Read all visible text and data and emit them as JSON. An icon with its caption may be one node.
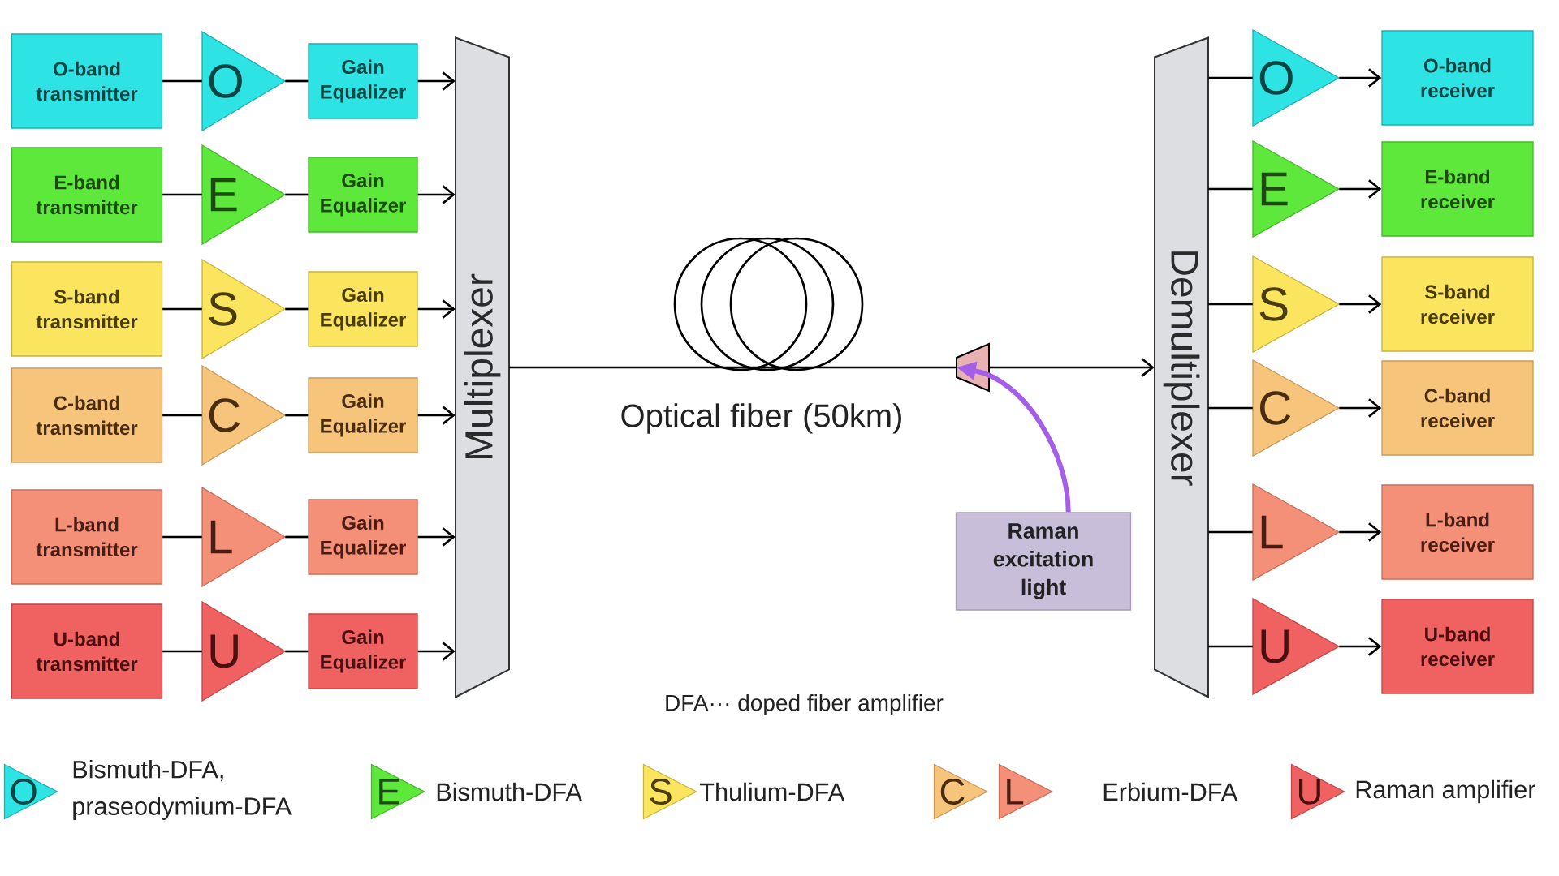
{
  "diagram": {
    "nodes": [
      {
        "text": [
          "O-band transmitter"
        ]
      },
      {
        "text": [
          "E-band transmitter"
        ]
      },
      {
        "text": [
          "S-band transmitter"
        ]
      },
      {
        "text": [
          "C-band transmitter"
        ]
      },
      {
        "text": [
          "L-band transmitter"
        ]
      },
      {
        "text": [
          "U-band transmitter"
        ]
      },
      {
        "text": [
          "O"
        ]
      },
      {
        "text": [
          "E"
        ]
      },
      {
        "text": [
          "S"
        ]
      },
      {
        "text": [
          "C"
        ]
      },
      {
        "text": [
          "L"
        ]
      },
      {
        "text": [
          "U"
        ]
      },
      {
        "text": [
          "Gain Equalizer"
        ]
      },
      {
        "text": [
          "Gain Equalizer"
        ]
      },
      {
        "text": [
          "Gain Equalizer"
        ]
      },
      {
        "text": [
          "Gain Equalizer"
        ]
      },
      {
        "text": [
          "Gain Equalizer"
        ]
      },
      {
        "text": [
          "Gain Equalizer"
        ]
      },
      {
        "text": [
          "Multiplexer"
        ]
      },
      {
        "text": [],
        "shape": "trapezoid"
      },
      {
        "text": [
          "Raman excitation light"
        ]
      },
      {
        "text": [
          "Demultiplexer"
        ]
      },
      {
        "text": [
          "O"
        ]
      },
      {
        "text": [
          "E"
        ]
      },
      {
        "text": [
          "S"
        ]
      },
      {
        "text": [
          "C"
        ]
      },
      {
        "text": [
          "L"
        ]
      },
      {
        "text": [
          "U"
        ]
      },
      {
        "text": [
          "O-band receiver"
        ]
      },
      {
        "text": [
          "E-band receiver"
        ]
      },
      {
        "text": [
          "S-band receiver"
        ]
      },
      {
        "text": [
          "C-band receiver"
        ]
      },
      {
        "text": [
          "L-band receiver"
        ]
      },
      {
        "text": [
          "U-band receiver"
        ]
      },
      {
        "text": [
          "O"
        ]
      },
      {
        "text": [
          "E"
        ]
      },
      {
        "text": [
          "S"
        ]
      },
      {
        "text": [
          "C"
        ]
      },
      {
        "text": [
          "L"
        ]
      },
      {
        "text": [
          "U"
        ]
      }
    ],
    "edges": [
      {
        "from": 0,
        "to": 6,
        "arrow": "none"
      },
      {
        "from": 1,
        "to": 7,
        "arrow": "none"
      },
      {
        "from": 2,
        "to": 8,
        "arrow": "none"
      },
      {
        "from": 3,
        "to": 9,
        "arrow": "none"
      },
      {
        "from": 4,
        "to": 10,
        "arrow": "none"
      },
      {
        "from": 5,
        "to": 11,
        "arrow": "none"
      },
      {
        "from": 6,
        "to": 12,
        "arrow": "none"
      },
      {
        "from": 7,
        "to": 13,
        "arrow": "none"
      },
      {
        "from": 8,
        "to": 14,
        "arrow": "none"
      },
      {
        "from": 9,
        "to": 15,
        "arrow": "none"
      },
      {
        "from": 10,
        "to": 16,
        "arrow": "none"
      },
      {
        "from": 11,
        "to": 17,
        "arrow": "none"
      },
      {
        "from": 12,
        "to": 18,
        "arrow": "to"
      },
      {
        "from": 13,
        "to": 18,
        "arrow": "to"
      },
      {
        "from": 14,
        "to": 18,
        "arrow": "to"
      },
      {
        "from": 15,
        "to": 18,
        "arrow": "to"
      },
      {
        "from": 16,
        "to": 18,
        "arrow": "to"
      },
      {
        "from": 17,
        "to": 18,
        "arrow": "to"
      },
      {
        "from": 18,
        "to": 19,
        "arrow": "none"
      },
      {
        "from": 19,
        "to": 21,
        "arrow": "to"
      },
      {
        "from": 20,
        "to": 19,
        "arrow": "to",
        "style": "thick",
        "color": "#a45ee8"
      },
      {
        "from": 21,
        "to": 22,
        "arrow": "none"
      },
      {
        "from": 21,
        "to": 23,
        "arrow": "none"
      },
      {
        "from": 21,
        "to": 24,
        "arrow": "none"
      },
      {
        "from": 21,
        "to": 25,
        "arrow": "none"
      },
      {
        "from": 21,
        "to": 26,
        "arrow": "none"
      },
      {
        "from": 21,
        "to": 27,
        "arrow": "none"
      },
      {
        "from": 22,
        "to": 28,
        "arrow": "to"
      },
      {
        "from": 23,
        "to": 29,
        "arrow": "to"
      },
      {
        "from": 24,
        "to": 30,
        "arrow": "to"
      },
      {
        "from": 25,
        "to": 31,
        "arrow": "to"
      },
      {
        "from": 26,
        "to": 32,
        "arrow": "to"
      },
      {
        "from": 27,
        "to": 33,
        "arrow": "to"
      }
    ],
    "labels": [
      "Optical fiber (50km)",
      "DFA··· doped fiber amplifier"
    ],
    "legend": [
      {
        "text": "Bismuth-DFA, praseodymium-DFA"
      },
      {
        "text": "Bismuth-DFA"
      },
      {
        "text": "Thulium-DFA"
      },
      {
        "text": "Erbium-DFA"
      },
      {
        "text": "Raman amplifier"
      }
    ]
  }
}
